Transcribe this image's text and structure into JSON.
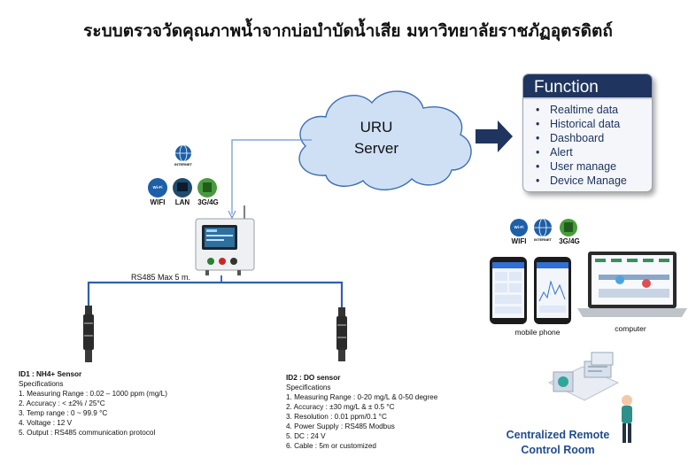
{
  "title": "ระบบตรวจวัดคุณภาพน้ำจากบ่อบำบัดน้ำเสีย มหาวิทยาลัยราชภัฏอุตรดิตถ์",
  "server": {
    "line1": "URU",
    "line2": "Server"
  },
  "function_box": {
    "heading": "Function",
    "items": [
      "Realtime data",
      "Historical data",
      "Dashboard",
      "Alert",
      "User manage",
      "Device Manage"
    ]
  },
  "connectivity": {
    "internet": "INTERNET",
    "wifi_badge": "Wi-Fi",
    "wifi": "WIFI",
    "lan": "LAN",
    "cell": "3G/4G"
  },
  "cable_label": "RS485 Max 5 m.",
  "sensor1": {
    "title": "ID1 : NH4+ Sensor",
    "subtitle": "Specifications",
    "items": [
      "1.    Measuring Range : 0.02 – 1000 ppm (mg/L)",
      "2.    Accuracy : < ±2% / 25°C",
      "3.    Temp range : 0 ~ 99.9 °C",
      "4.    Voltage : 12 V",
      "5.    Output : RS485 communication protocol"
    ]
  },
  "sensor2": {
    "title": "ID2 : DO sensor",
    "subtitle": "Specifications",
    "items": [
      "1.    Measuring Range : 0-20 mg/L & 0-50 degree",
      "2.    Accuracy : ±30 mg/L & ± 0.5 °C",
      "3.    Resolution : 0.01 ppm/0.1 °C",
      "4.    Power Supply : RS485 Modbus",
      "5.    DC : 24 V",
      "6.    Cable : 5m or customized"
    ]
  },
  "devices": {
    "mobile": "mobile phone",
    "computer": "computer"
  },
  "control_room": {
    "line1": "Centralized Remote",
    "line2": "Control Room"
  },
  "colors": {
    "navy": "#1f3560",
    "cable": "#2f5fae",
    "cloud": "#cfe0f5",
    "accent_blue": "#1f4c8f"
  }
}
